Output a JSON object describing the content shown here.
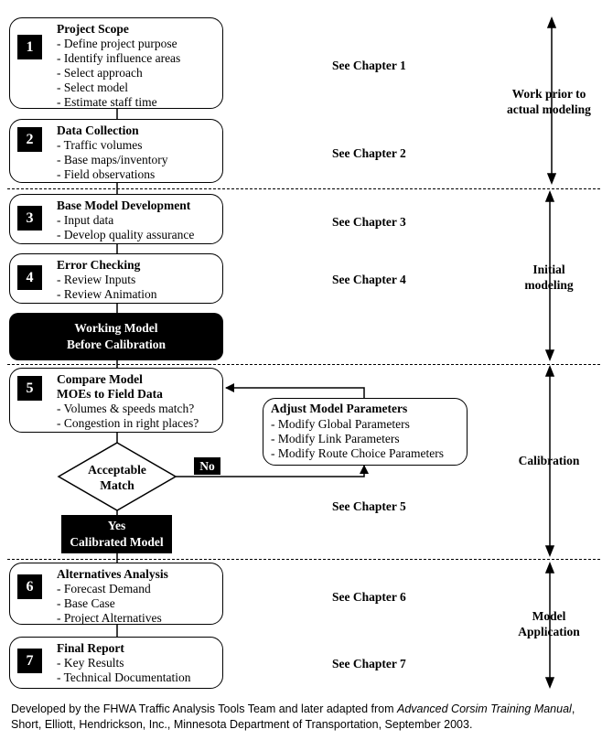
{
  "steps": [
    {
      "num": "1",
      "title": "Project Scope",
      "items": [
        "- Define project purpose",
        "- Identify influence areas",
        "- Select approach",
        "- Select model",
        "- Estimate staff time"
      ],
      "chapter": "See Chapter 1"
    },
    {
      "num": "2",
      "title": "Data Collection",
      "items": [
        "- Traffic volumes",
        "- Base maps/inventory",
        "- Field observations"
      ],
      "chapter": "See Chapter 2"
    },
    {
      "num": "3",
      "title": "Base Model Development",
      "items": [
        "- Input data",
        "- Develop quality assurance"
      ],
      "chapter": "See Chapter 3"
    },
    {
      "num": "4",
      "title": "Error Checking",
      "items": [
        "- Review Inputs",
        "- Review Animation"
      ],
      "chapter": "See Chapter 4"
    },
    {
      "num": "5",
      "title": "Compare Model",
      "title2": "MOEs to Field Data",
      "items": [
        "- Volumes & speeds match?",
        "- Congestion in right places?"
      ],
      "chapter": "See Chapter 5"
    },
    {
      "num": "6",
      "title": "Alternatives Analysis",
      "items": [
        "- Forecast Demand",
        "- Base Case",
        "- Project Alternatives"
      ],
      "chapter": "See Chapter 6"
    },
    {
      "num": "7",
      "title": "Final Report",
      "items": [
        "- Key Results",
        "- Technical Documentation"
      ],
      "chapter": "See Chapter 7"
    }
  ],
  "working_model": {
    "line1": "Working Model",
    "line2": "Before Calibration"
  },
  "adjust": {
    "title": "Adjust Model Parameters",
    "items": [
      "- Modify Global Parameters",
      "- Modify Link Parameters",
      "- Modify Route Choice Parameters"
    ]
  },
  "decision": {
    "line1": "Acceptable",
    "line2": "Match",
    "no_label": "No"
  },
  "calibrated": {
    "line1": "Yes",
    "line2": "Calibrated Model"
  },
  "phases": [
    {
      "lines": [
        "Work prior to",
        "actual modeling"
      ]
    },
    {
      "lines": [
        "Initial",
        "modeling"
      ]
    },
    {
      "lines": [
        "Calibration"
      ]
    },
    {
      "lines": [
        "Model",
        "Application"
      ]
    }
  ],
  "footer": {
    "pre": "Developed by the FHWA Traffic Analysis Tools Team and later adapted from ",
    "italic": "Advanced Corsim Training Manual",
    "post": ", Short, Elliott, Hendrickson, Inc., Minnesota Department of Transportation, September 2003."
  }
}
